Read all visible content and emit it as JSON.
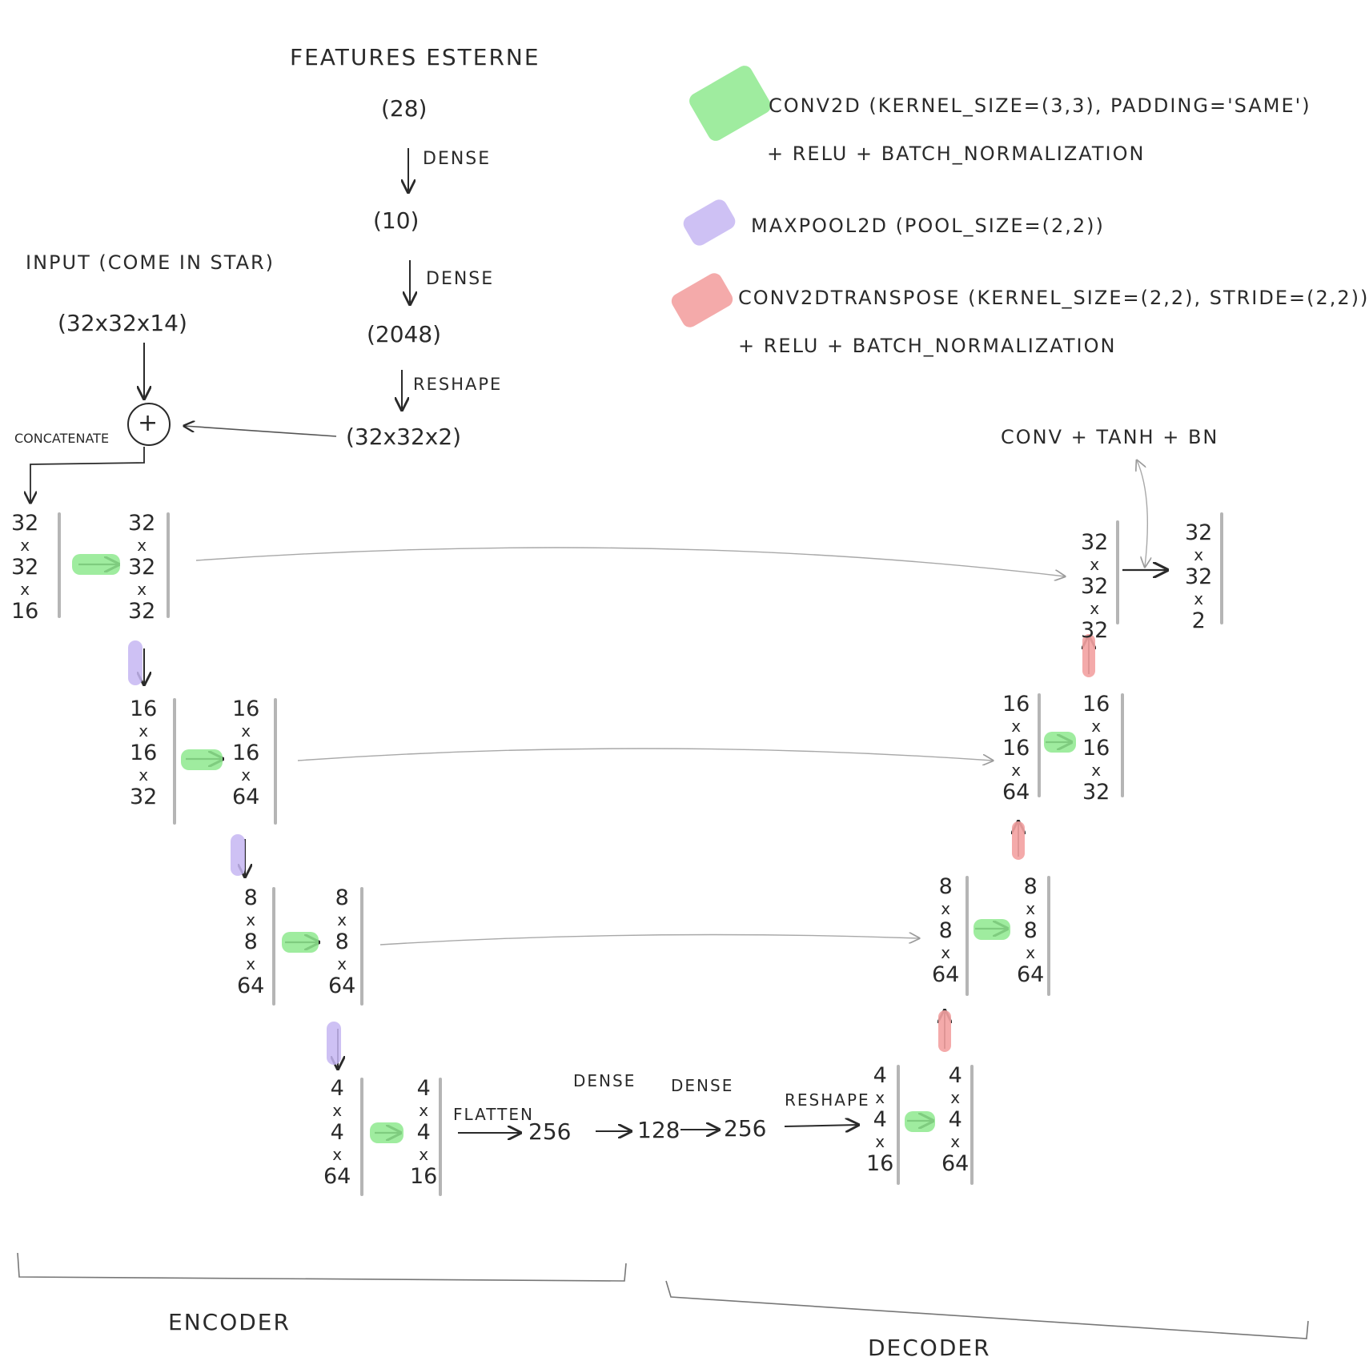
{
  "external": {
    "title": "FEATURES ESTERNE",
    "shape_in": "(28)",
    "step1": "DENSE",
    "shape_mid": "(10)",
    "step2": "DENSE",
    "shape_dense": "(2048)",
    "step3": "RESHAPE",
    "shape_reshaped": "(32x32x2)"
  },
  "input": {
    "label": "INPUT (COME IN STAR)",
    "shape": "(32x32x14)",
    "concat_symbol": "+",
    "concat_label": "CONCATENATE"
  },
  "legend": {
    "conv_line1": "CONV2D (KERNEL_SIZE=(3,3), PADDING='SAME')",
    "conv_line2": "+ RELU + BATCH_NORMALIZATION",
    "pool_line1": "MAXPOOL2D (POOL_SIZE=(2,2))",
    "tconv_line1": "CONV2DTRANSPOSE (KERNEL_SIZE=(2,2), STRIDE=(2,2))",
    "tconv_line2": "+ RELU + BATCH_NORMALIZATION",
    "colors": {
      "conv": "#8ee98e",
      "pool": "#c5b6f2",
      "tconv": "#f3a1a1"
    }
  },
  "encoder": {
    "l1a": [
      "32",
      "x",
      "32",
      "x",
      "16"
    ],
    "l1b": [
      "32",
      "x",
      "32",
      "x",
      "32"
    ],
    "l2a": [
      "16",
      "x",
      "16",
      "x",
      "32"
    ],
    "l2b": [
      "16",
      "x",
      "16",
      "x",
      "64"
    ],
    "l3a": [
      "8",
      "x",
      "8",
      "x",
      "64"
    ],
    "l3b": [
      "8",
      "x",
      "8",
      "x",
      "64"
    ],
    "l4a": [
      "4",
      "x",
      "4",
      "x",
      "64"
    ],
    "l4b": [
      "4",
      "x",
      "4",
      "x",
      "16"
    ]
  },
  "bottleneck": {
    "flatten": "FLATTEN",
    "v1": "256",
    "dense1": "DENSE",
    "v2": "128",
    "dense2": "DENSE",
    "v3": "256",
    "reshape": "RESHAPE",
    "arrow": "→"
  },
  "decoder": {
    "d4a": [
      "4",
      "x",
      "4",
      "x",
      "16"
    ],
    "d4b": [
      "4",
      "x",
      "4",
      "x",
      "64"
    ],
    "d3a": [
      "8",
      "x",
      "8",
      "x",
      "64"
    ],
    "d3b": [
      "8",
      "x",
      "8",
      "x",
      "64"
    ],
    "d2a": [
      "16",
      "x",
      "16",
      "x",
      "64"
    ],
    "d2b": [
      "16",
      "x",
      "16",
      "x",
      "32"
    ],
    "d1a": [
      "32",
      "x",
      "32",
      "x",
      "32"
    ],
    "out": [
      "32",
      "x",
      "32",
      "x",
      "2"
    ],
    "final_label": "CONV + TANH + BN"
  },
  "sections": {
    "encoder": "ENCODER",
    "decoder": "DECODER"
  }
}
